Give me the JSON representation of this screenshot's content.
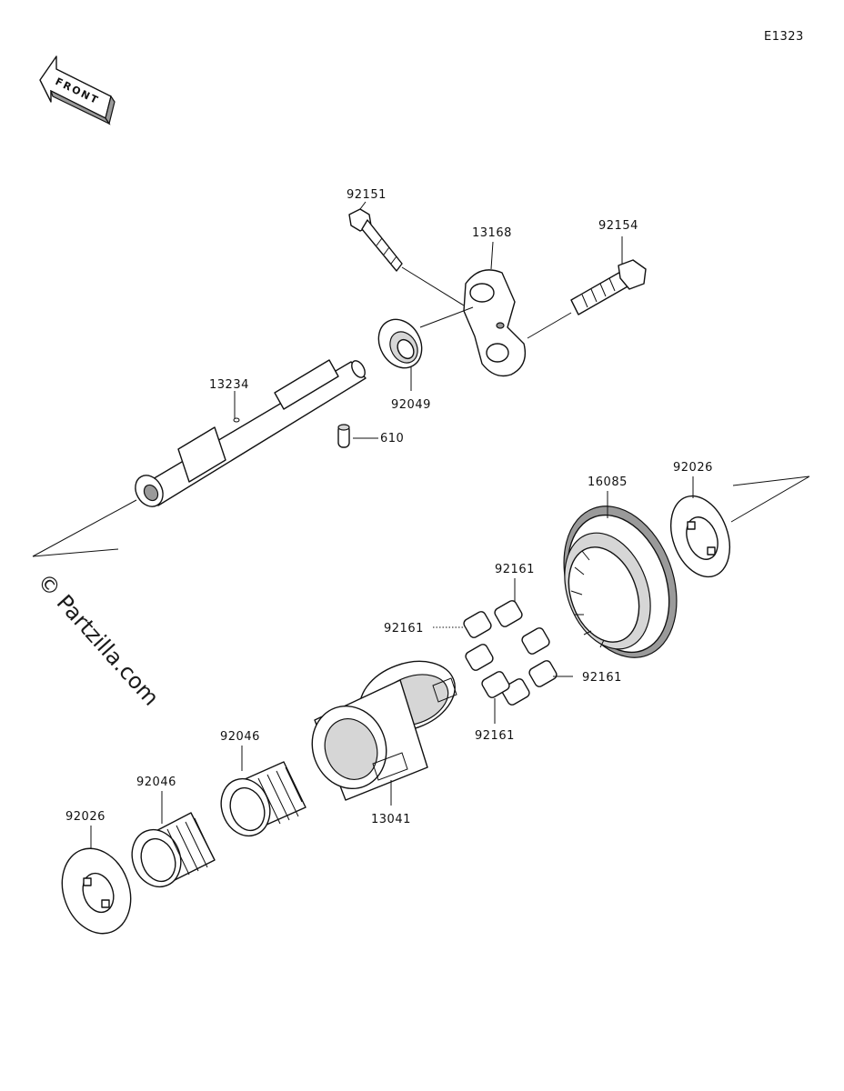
{
  "diagram": {
    "code": "E1323",
    "front_arrow_text": "FRONT",
    "watermark": "© Partzilla.com",
    "labels": {
      "p92151": "92151",
      "p13168": "13168",
      "p92154": "92154",
      "p92049": "92049",
      "p13234": "13234",
      "p610": "610",
      "p16085": "16085",
      "p92026_top": "92026",
      "p92161_a": "92161",
      "p92161_b": "92161",
      "p92161_c": "92161",
      "p92161_d": "92161",
      "p92046_a": "92046",
      "p92046_b": "92046",
      "p13041": "13041",
      "p92026_bottom": "92026"
    }
  }
}
